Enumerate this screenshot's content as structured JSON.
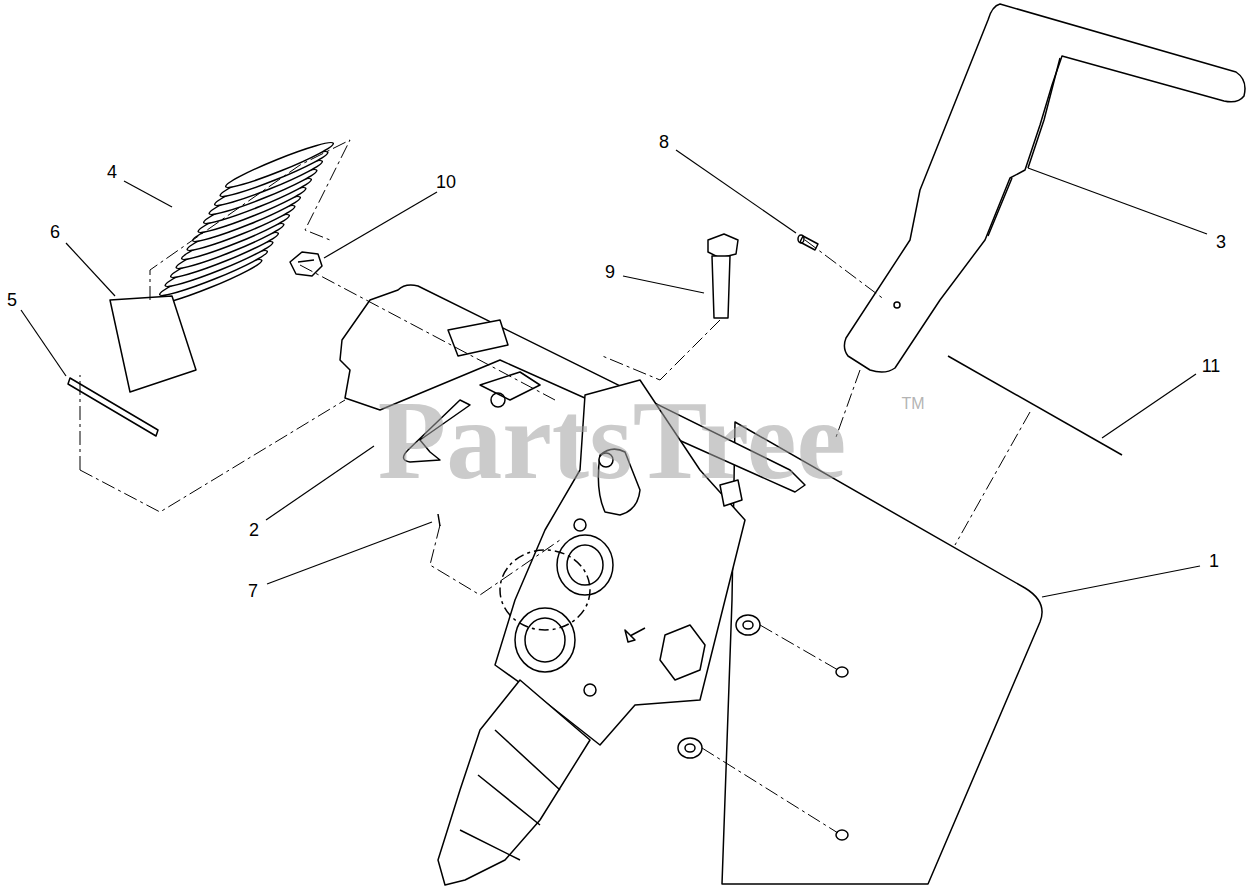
{
  "diagram": {
    "labels": [
      "8",
      "4",
      "10",
      "6",
      "3",
      "9",
      "5",
      "11",
      "TM",
      "PartsTree",
      "2",
      "1",
      "7"
    ]
  }
}
